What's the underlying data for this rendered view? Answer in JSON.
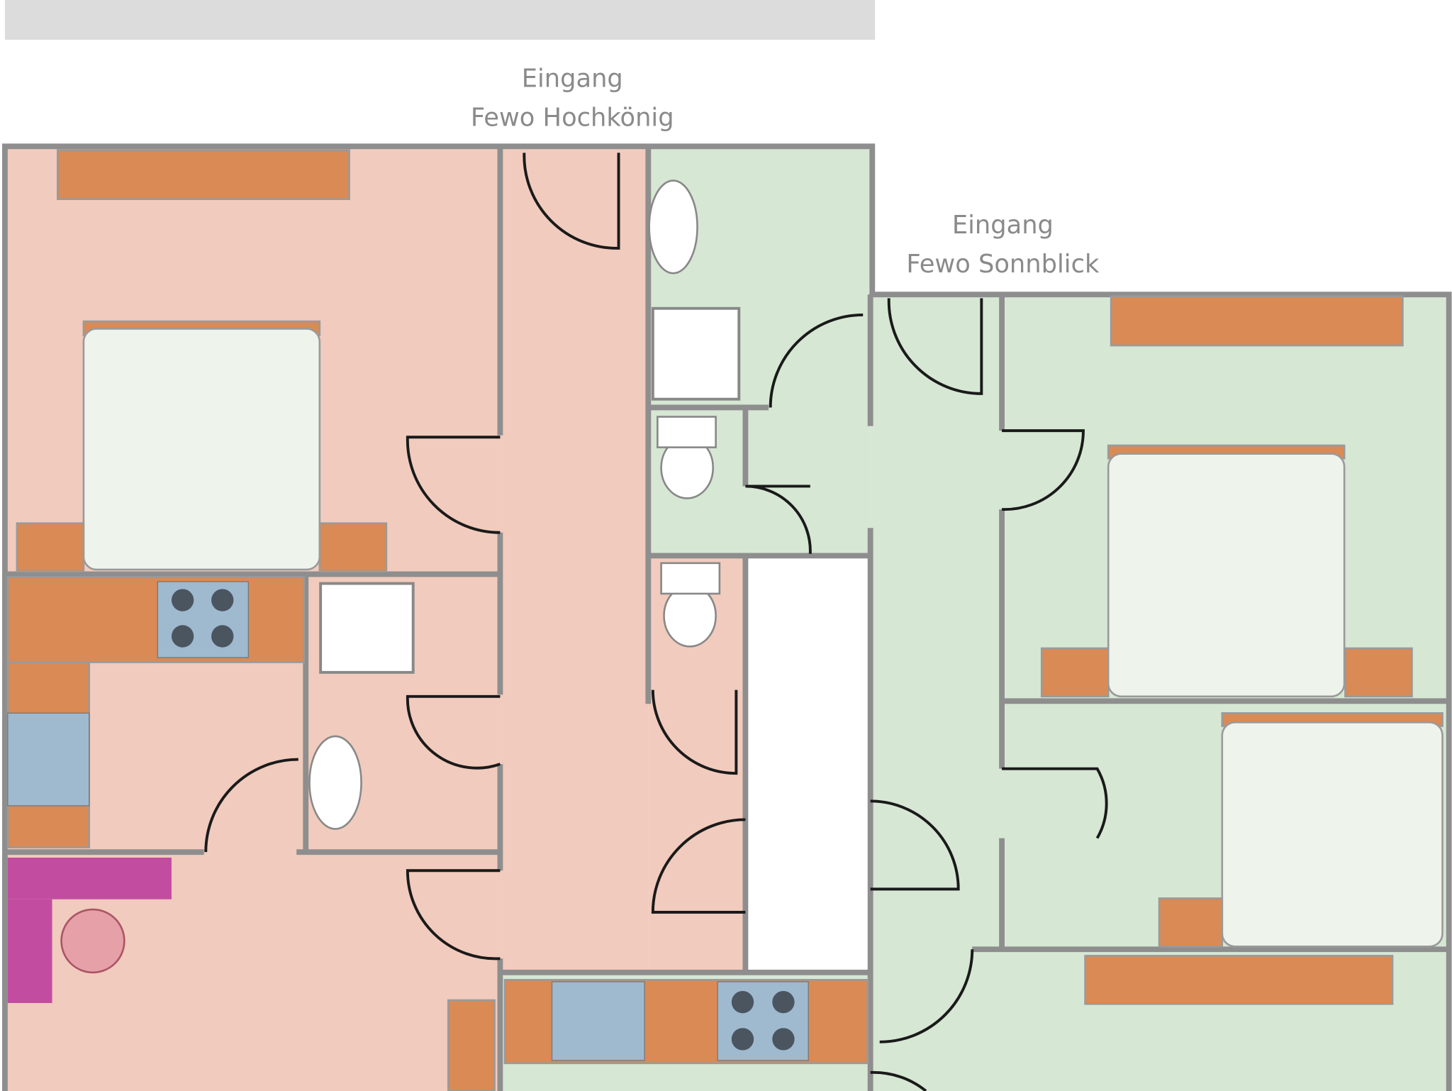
{
  "title_bar": {
    "color": "#dcdcdc"
  },
  "entrances": [
    {
      "line1": "Eingang",
      "line2": "Fewo Hochkönig"
    },
    {
      "line1": "Eingang",
      "line2": "Fewo Sonnblick"
    }
  ],
  "apartments": [
    {
      "name": "Fewo Hochkönig",
      "color": "#f1cbbd"
    },
    {
      "name": "Fewo Sonnblick",
      "color": "#d6e7d4"
    }
  ],
  "colors": {
    "wall": "#8e8e8e",
    "furniture": "#d98a55",
    "desk": "#c24da0",
    "sink": "#9fb9cf"
  }
}
